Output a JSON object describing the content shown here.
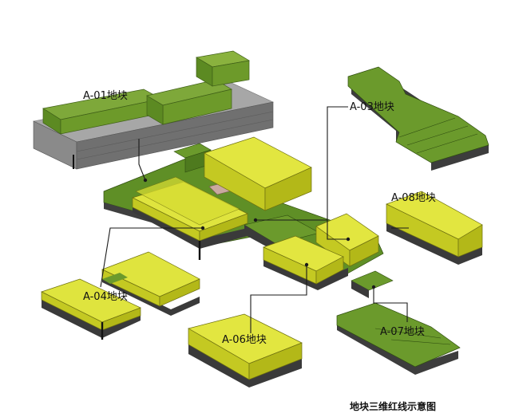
{
  "labels": {
    "a01": "A-01地块",
    "a03": "A-03地块",
    "a04": "A-04地块",
    "a06": "A-06地块",
    "a07": "A-07地块",
    "a08": "A-08地块"
  },
  "caption": "地块三维红线示意图",
  "colors": {
    "green_top": "#6b9a2c",
    "green_side": "#4e7a1e",
    "yellow_top": "#d9df3a",
    "yellow_side": "#bfc41e",
    "gray_top": "#a3a3a3",
    "gray_side": "#6f6f6f",
    "leader": "#1a1a1a"
  }
}
